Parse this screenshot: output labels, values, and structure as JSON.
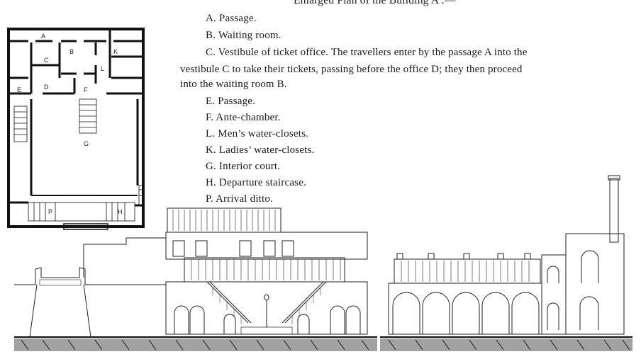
{
  "document": {
    "heading": "Enlarged Plan of the Building A :—",
    "legend": {
      "A": "A.  Passage.",
      "B": "B.  Waiting room.",
      "C_line1": "C.  Vestibule of ticket office.   The travellers enter by the passage A into the",
      "C_line2": "vestibule C to take their tickets, passing before the office D; they then proceed",
      "C_line3": "into the waiting room B.",
      "E": "E.  Passage.",
      "F": "F.  Ante-chamber.",
      "L": "L.  Men’s water-closets.",
      "K": "K.  Ladies’ water-closets.",
      "G": "G.  Interior court.",
      "H": "H.  Departure staircase.",
      "P": "P.  Arrival ditto."
    }
  },
  "plan": {
    "labels": {
      "A": "A",
      "B": "B",
      "C": "C",
      "D": "D",
      "E": "E",
      "F": "F",
      "G": "G",
      "H": "H",
      "K": "K",
      "L": "L",
      "P": "P"
    }
  }
}
